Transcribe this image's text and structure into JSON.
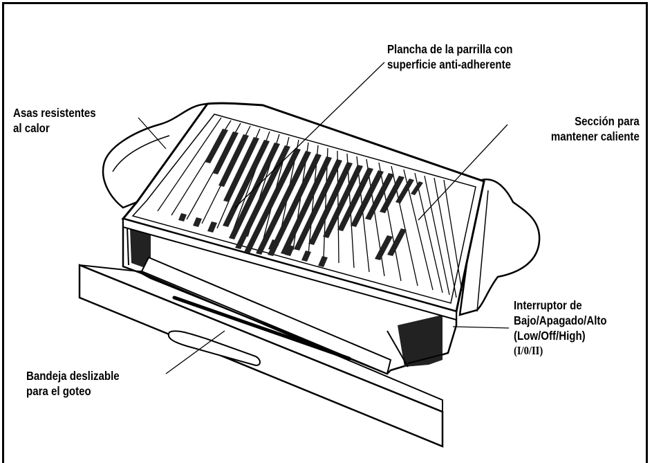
{
  "diagram": {
    "callouts": {
      "grill_plate": {
        "line1": "Plancha de la parrilla con",
        "line2": "superficie anti-adherente"
      },
      "handles": {
        "line1": "Asas resistentes",
        "line2": "al calor"
      },
      "warming": {
        "line1": "Sección para",
        "line2": "mantener caliente"
      },
      "switch": {
        "line1": "Interruptor de",
        "line2": "Bajo/Apagado/Alto",
        "line3": "(Low/Off/High)",
        "line4": "(I/0/II)"
      },
      "drip_tray": {
        "line1": "Bandeja deslizable",
        "line2": "para el goteo"
      }
    }
  }
}
